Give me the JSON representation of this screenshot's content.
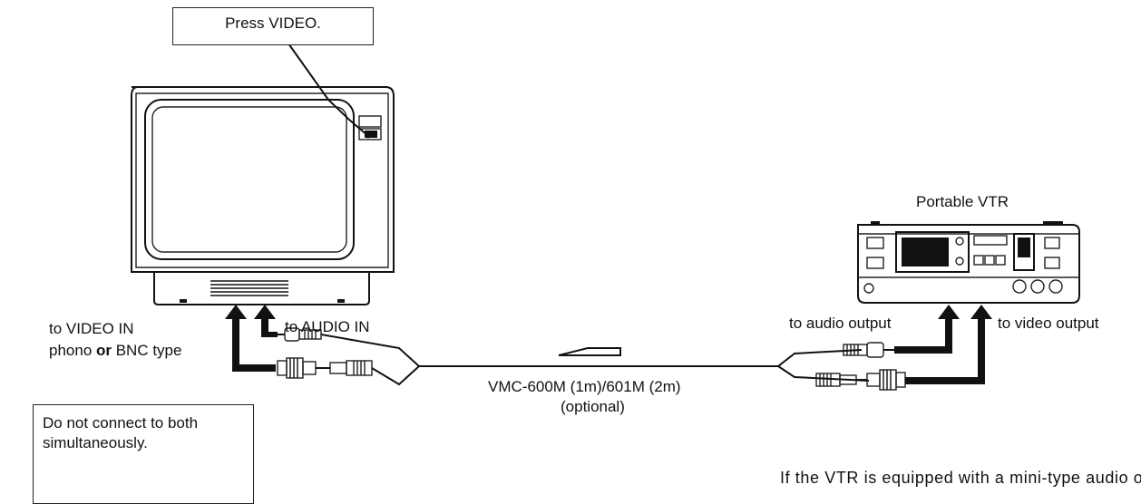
{
  "callouts": {
    "press_video": "Press VIDEO.",
    "caution": "Do not connect to both simultaneously."
  },
  "tv": {
    "video_in_label": "to VIDEO IN",
    "phono_prefix": "phono ",
    "phono_or": "or",
    "phono_suffix": " BNC type",
    "audio_in_label": "to AUDIO IN"
  },
  "vtr": {
    "title": "Portable VTR",
    "audio_output_label": "to audio output",
    "video_output_label": "to video output"
  },
  "cable": {
    "model": "VMC-600M (1m)/601M (2m)",
    "note": "(optional)"
  },
  "footer_text": "If the VTR is equipped with a mini-type audio out"
}
